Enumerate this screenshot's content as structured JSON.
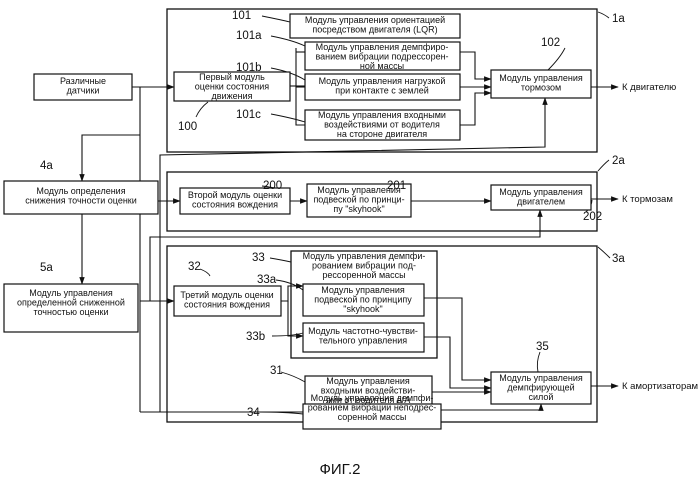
{
  "figure": {
    "caption": "ФИГ.2",
    "labels": {
      "l1a": "1a",
      "l2a": "2a",
      "l3a": "3a",
      "l4a": "4a",
      "l5a": "5a",
      "l100": "100",
      "l101": "101",
      "l101a": "101a",
      "l101b": "101b",
      "l101c": "101c",
      "l102": "102",
      "l200": "200",
      "l201": "201",
      "l202": "202",
      "l31": "31",
      "l32": "32",
      "l33": "33",
      "l33a": "33a",
      "l33b": "33b",
      "l34": "34",
      "l35": "35"
    },
    "blocks": {
      "sensors": [
        "Различные",
        "датчики"
      ],
      "b4a": [
        "Модуль определения",
        "снижения точности оценки"
      ],
      "b5a": [
        "Модуль управления",
        "определенной сниженной",
        "точностью оценки"
      ],
      "b100": [
        "Первый модуль",
        "оценки состояния",
        "движения"
      ],
      "b101": [
        "Модуль управления ориентацией",
        "посредством двигателя (LQR)"
      ],
      "b101a": [
        "Модуль управления демпфиро-",
        "ванием вибрации подрессорен-",
        "ной массы"
      ],
      "b101b": [
        "Модуль управления нагрузкой",
        "при контакте с землей"
      ],
      "b101c": [
        "Модуль управления входными",
        "воздействиями от водителя",
        "на стороне двигателя"
      ],
      "b102": [
        "Модуль управления",
        "тормозом"
      ],
      "b200": [
        "Второй модуль оценки",
        "состояния вождения"
      ],
      "b201": [
        "Модуль управления",
        "подвеской по принци-",
        "пу \"skyhook\""
      ],
      "b202": [
        "Модуль управления",
        "двигателем"
      ],
      "b32": [
        "Третий модуль оценки",
        "состояния вождения"
      ],
      "b33": [
        "Модуль управления демпфи-",
        "рованием вибрации под-",
        "рессоренной массы"
      ],
      "b33a": [
        "Модуль управления",
        "подвеской по принципу",
        "\"skyhook\""
      ],
      "b33b": [
        "Модуль частотно-чувстви-",
        "тельного управления"
      ],
      "b31": [
        "Модуль управления",
        "входными воздействи-",
        "ями от водителя в/А"
      ],
      "b34": [
        "Модуль управления демпфи-",
        "рованием вибрации неподрес-",
        "соренной массы"
      ],
      "b35": [
        "Модуль управления",
        "демпфирующей",
        "силой"
      ]
    },
    "outputs": {
      "engine": "К двигателю",
      "brakes": "К тормозам",
      "dampers": "К амортизаторам"
    }
  }
}
